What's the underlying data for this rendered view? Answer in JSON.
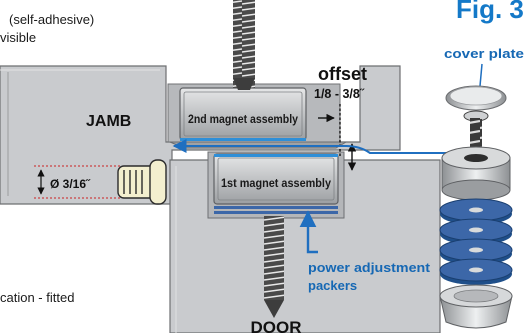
{
  "figure": {
    "title": "Fig. 3",
    "top_note_line1": "(self-adhesive)",
    "top_note_line2": "visible",
    "bottom_note": "cation - fitted",
    "offset_label": "offset",
    "offset_range": "1/8 - 3/8˝",
    "jamb_label": "JAMB",
    "door_label": "DOOR",
    "magnet_2_label": "2nd magnet assembly",
    "magnet_1_label": "1st magnet assembly",
    "diameter_label": "Ø 3/16˝",
    "cover_plate_label": "cover plate",
    "packers_label_line1": "power adjustment",
    "packers_label_line2": "packers"
  },
  "colors": {
    "title": "#1479c8",
    "callout": "#1668b4",
    "callout_line": "#1f6fc0",
    "panel": "#c8cacd",
    "steel": "#a9acaf",
    "screw": "#3d3d3d",
    "packer_blue": "#3c67a8",
    "dowel_cream": "#f3efcf",
    "dim_red": "#cc2222"
  },
  "icons": [
    "screw-icon",
    "dowel-plug-icon",
    "washer-icon",
    "magnet-cup-icon",
    "cover-plate-icon",
    "dimension-arrow-icon"
  ]
}
